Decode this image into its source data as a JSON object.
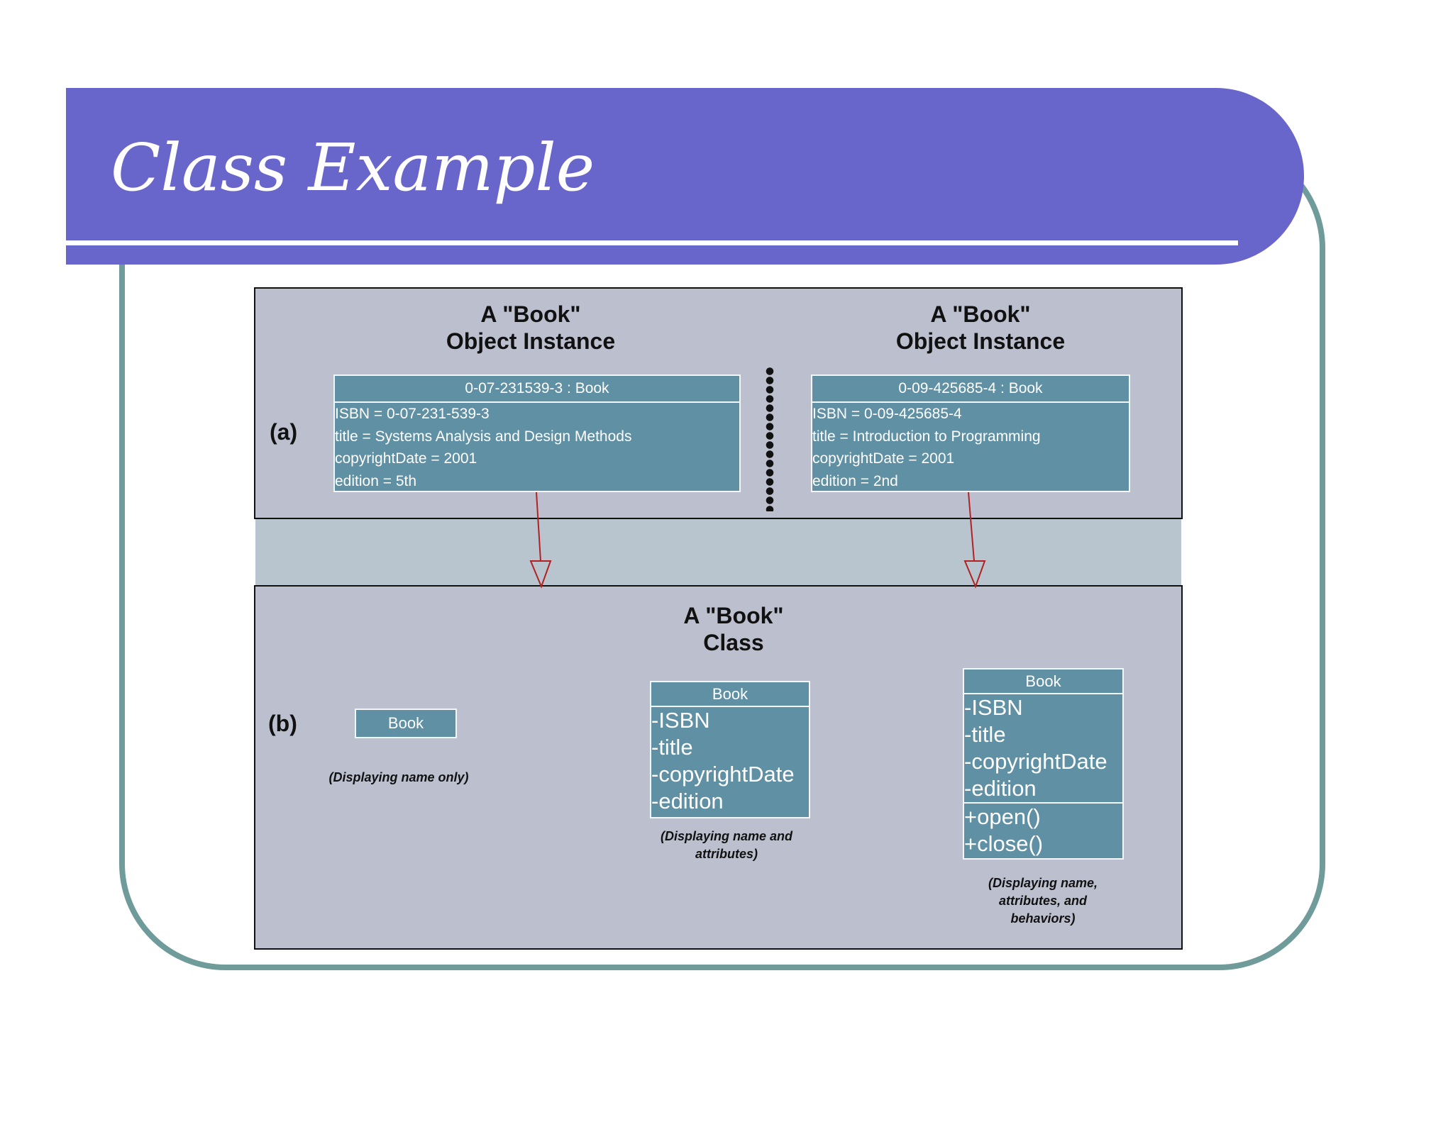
{
  "slide": {
    "title": "Class Example"
  },
  "diagram": {
    "part_a": {
      "label": "(a)",
      "instances": [
        {
          "heading": [
            "A \"Book\"",
            "Object Instance"
          ],
          "name": "0-07-231539-3 : Book",
          "attributes": [
            "ISBN = 0-07-231-539-3",
            "title = Systems Analysis and Design Methods",
            "copyrightDate = 2001",
            "edition = 5th"
          ]
        },
        {
          "heading": [
            "A \"Book\"",
            "Object Instance"
          ],
          "name": "0-09-425685-4 : Book",
          "attributes": [
            "ISBN = 0-09-425685-4",
            "title = Introduction to Programming",
            "copyrightDate = 2001",
            "edition = 2nd"
          ]
        }
      ]
    },
    "part_b": {
      "label": "(b)",
      "heading": [
        "A \"Book\"",
        "Class"
      ],
      "classes": [
        {
          "name": "Book",
          "caption": "(Displaying name only)"
        },
        {
          "name": "Book",
          "attributes": [
            "-ISBN",
            "-title",
            "-copyrightDate",
            "-edition"
          ],
          "caption": [
            "(Displaying name and",
            "attributes)"
          ]
        },
        {
          "name": "Book",
          "attributes": [
            "-ISBN",
            "-title",
            "-copyrightDate",
            "-edition"
          ],
          "behaviors": [
            "+open()",
            "+close()"
          ],
          "caption": [
            "(Displaying name,",
            "attributes, and",
            "behaviors)"
          ]
        }
      ]
    },
    "colors": {
      "title_bar": "#6966cb",
      "frame": "#6f9b9b",
      "panel": "#bcc0ce",
      "uml_box": "#5f90a4",
      "arrow": "#b22222"
    }
  }
}
